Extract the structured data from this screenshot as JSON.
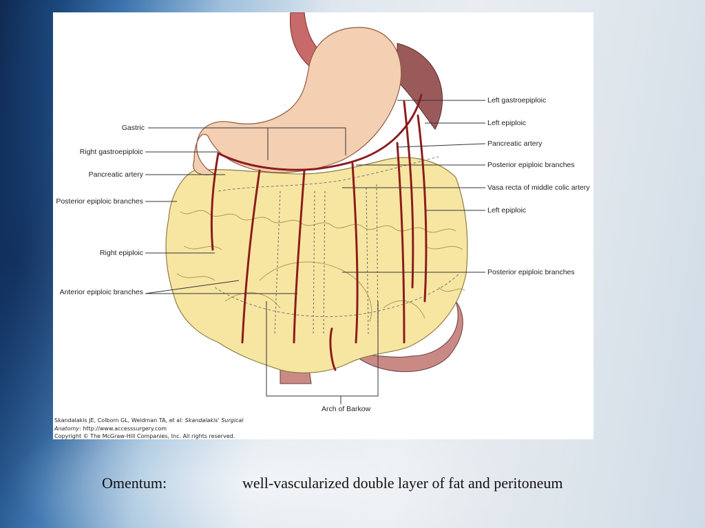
{
  "figure": {
    "labels_left": [
      "Gastric",
      "Right gastroepiploic",
      "Pancreatic artery",
      "Posterior epiploic branches",
      "Right epiploic",
      "Anterior epiploic branches"
    ],
    "labels_right": [
      "Left gastroepiploic",
      "Left epiploic",
      "Pancreatic artery",
      "Posterior epiploic branches",
      "Vasa recta of middle colic artery",
      "Left epiploic",
      "Posterior epiploic branches"
    ],
    "label_bottom": "Arch of Barkow",
    "credit": {
      "line1": "Skandalakis JE, Colborn GL, Weidman TA, et al: ",
      "line1_italic": "Skandalakis' Surgical",
      "line2_italic": "Anatomy",
      "line2": ": http://www.accesssurgery.com",
      "line3": "Copyright © The McGraw-Hill Companies, Inc. All rights reserved."
    }
  },
  "caption": {
    "term": "Omentum:",
    "definition": "well-vascularized double layer of fat and peritoneum"
  },
  "colors": {
    "stomach": "#f4cfb2",
    "omentum": "#f7e6a2",
    "artery": "#8c1c1c",
    "spleen": "#9b5a5a",
    "colon": "#c98a86"
  }
}
